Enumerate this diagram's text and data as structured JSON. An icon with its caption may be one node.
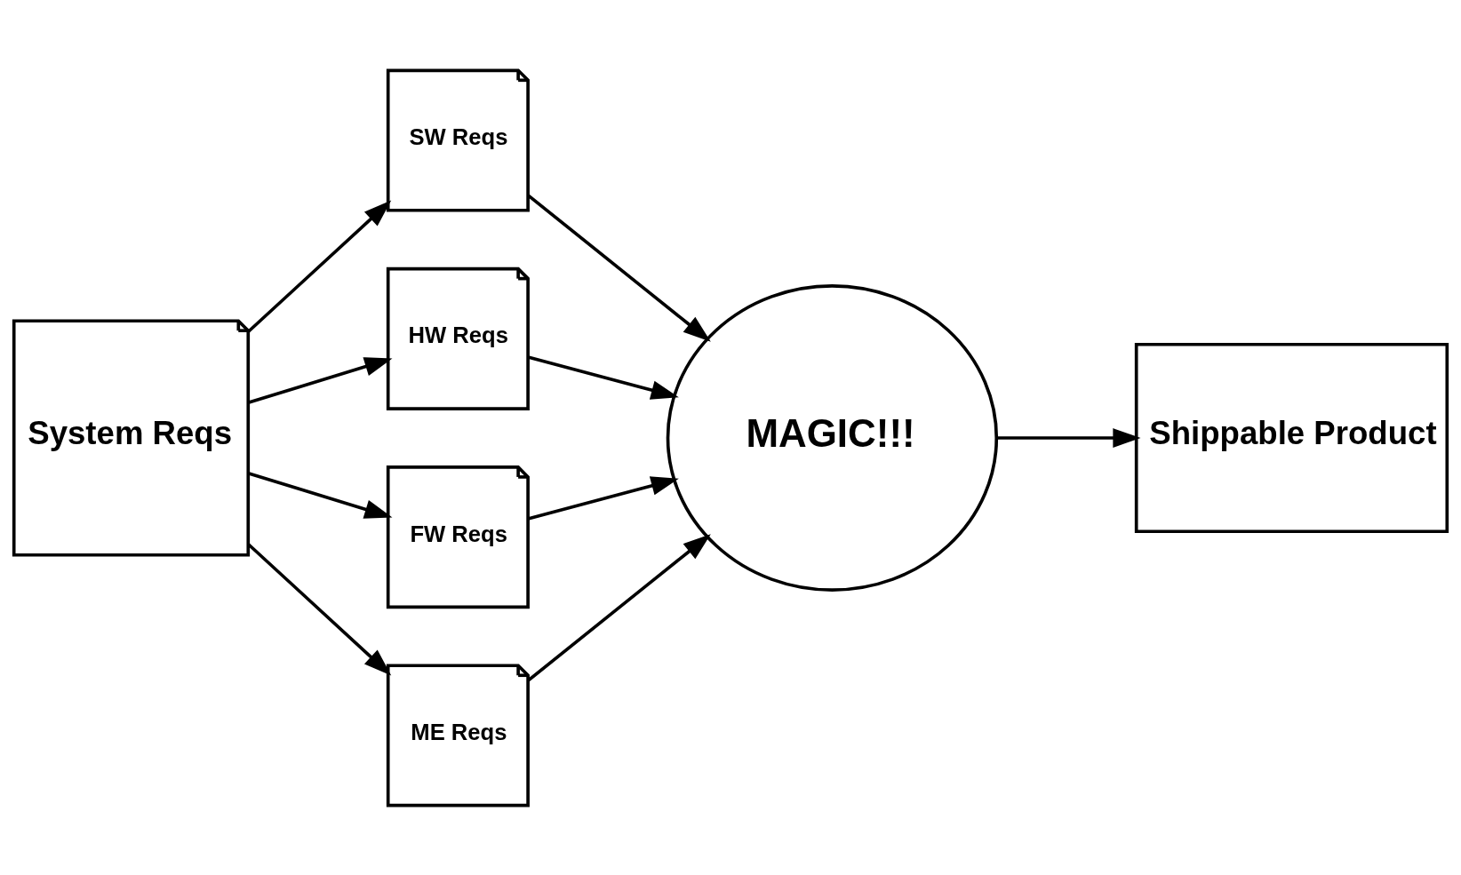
{
  "diagram": {
    "nodes": [
      {
        "text": [
          "System Reqs"
        ]
      },
      {
        "text": [
          "SW Reqs"
        ]
      },
      {
        "text": [
          "HW Reqs"
        ]
      },
      {
        "text": [
          "FW Reqs"
        ]
      },
      {
        "text": [
          "ME Reqs"
        ]
      },
      {
        "text": [
          "MAGIC!!!"
        ]
      },
      {
        "text": [
          "Shippable Product"
        ]
      }
    ],
    "edges": [
      {
        "from": 0,
        "to": 1,
        "arrow": "to"
      },
      {
        "from": 0,
        "to": 2,
        "arrow": "to"
      },
      {
        "from": 0,
        "to": 3,
        "arrow": "to"
      },
      {
        "from": 0,
        "to": 4,
        "arrow": "to"
      },
      {
        "from": 1,
        "to": 5,
        "arrow": "to"
      },
      {
        "from": 2,
        "to": 5,
        "arrow": "to"
      },
      {
        "from": 3,
        "to": 5,
        "arrow": "to"
      },
      {
        "from": 4,
        "to": 5,
        "arrow": "to"
      },
      {
        "from": 5,
        "to": 6,
        "arrow": "to"
      }
    ]
  }
}
